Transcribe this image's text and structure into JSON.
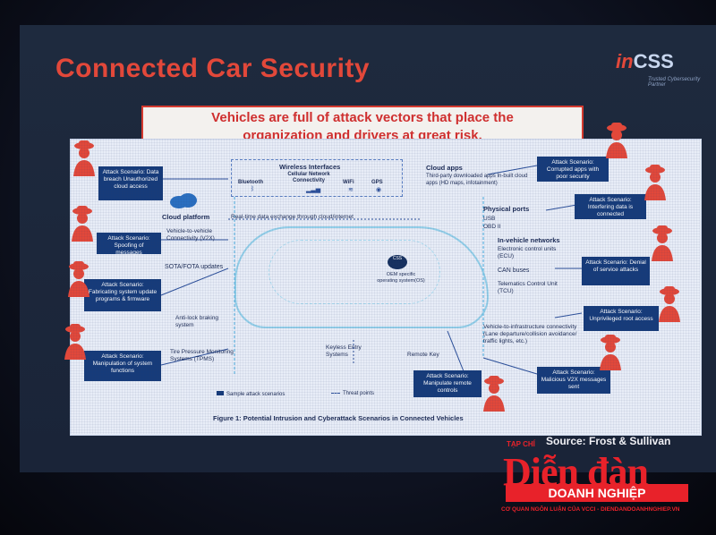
{
  "slide": {
    "title": "Connected Car Security",
    "logo": {
      "prefix": "in",
      "main": "CSS",
      "tagline": "Trusted Cybersecurity Partner"
    },
    "banner": {
      "line1": "Vehicles are full of attack vectors that place the",
      "line2": "organization and drivers at great risk."
    }
  },
  "diagram": {
    "attack_scenarios": [
      {
        "text": "Attack Scenario: Data breach Unauthorized cloud access"
      },
      {
        "text": "Attack Scenario: Spoofing of messages"
      },
      {
        "text": "Attack Scenario: Fabricating system update programs & firmware"
      },
      {
        "text": "Attack Scenario: Manipulation of system functions"
      },
      {
        "text": "Attack Scenario: Corrupted apps with poor security"
      },
      {
        "text": "Attack Scenario: Interfering data is connected"
      },
      {
        "text": "Attack Scenario: Denial of service attacks"
      },
      {
        "text": "Attack Scenario: Unprivileged root access"
      },
      {
        "text": "Attack Scenario: Manipulate remote controls"
      },
      {
        "text": "Attack Scenario: Malicious V2X messages sent"
      }
    ],
    "wireless": {
      "title": "Wireless Interfaces",
      "items": [
        "Bluetooth",
        "Cellular Network Connectivity",
        "WiFi",
        "GPS"
      ]
    },
    "cloud_platform": "Cloud platform",
    "realtime": "Real-time data exchange through cloud/internet",
    "v2x": "Vehicle-to-vehicle Connectivity (V2X)",
    "sota": "SOTA/FOTA updates",
    "abs": "Anti-lock braking system",
    "tpms": "Tire Pressure Monitoring Systems (TPMS)",
    "keyless": "Keyless Entry Systems",
    "remote_key": "Remote Key",
    "cloud_apps": {
      "title": "Cloud apps",
      "desc": "Third-party downloaded apps In-built cloud apps (HD maps, infotainment)"
    },
    "physical_ports": {
      "title": "Physical ports",
      "items": [
        "USB",
        "OBD II"
      ]
    },
    "invehicle": {
      "title": "In-vehicle networks",
      "items": [
        "Electronic control units (ECU)",
        "CAN buses",
        "Telematics Control Unit (TCU)"
      ]
    },
    "v2i": "Vehicle-to-infrastructure connectivity (Lane departure/collision avoidance/ traffic lights, etc.)",
    "ecu_center": "OEM specific operating system(OS)",
    "ecu_logo": "CSS",
    "legend_attack": "Sample attack scenarios",
    "legend_threat": "Threat points",
    "caption": "Figure 1: Potential Intrusion and Cyberattack Scenarios in Connected Vehicles"
  },
  "source": "Source: Frost & Sullivan",
  "watermark": {
    "small": "TẠP CHÍ",
    "main": "Diễn đàn",
    "band": "DOANH NGHIỆP",
    "tagline": "CƠ QUAN NGÔN LUẬN CỦA VCCI - DIENDANDOANHNGHIEP.VN"
  },
  "colors": {
    "title_red": "#e2483a",
    "box_blue": "#163b7a",
    "panel_bg": "#e8edf7",
    "watermark_red": "#e8222a"
  },
  "icons": [
    "hacker-icon",
    "cloud-icon",
    "bluetooth-icon",
    "wifi-icon",
    "gps-icon",
    "cellular-icon"
  ]
}
